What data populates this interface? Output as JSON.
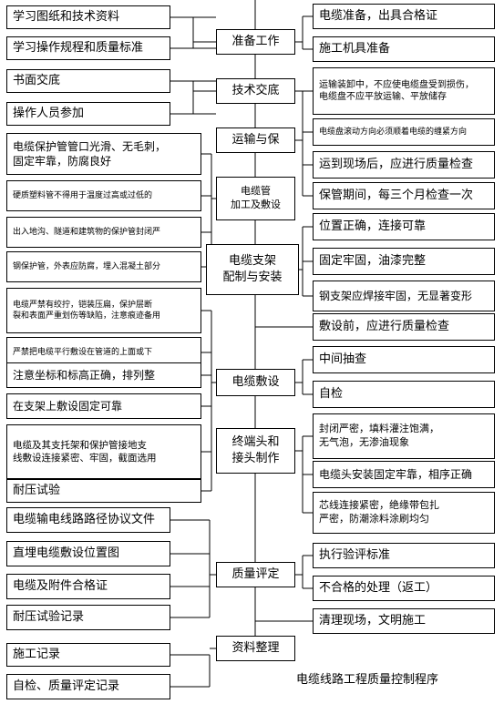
{
  "diagram": {
    "caption": "电缆线路工程质量控制程序",
    "stages": [
      {
        "id": "s1",
        "label": "准备工作"
      },
      {
        "id": "s2",
        "label": "技术交底"
      },
      {
        "id": "s3",
        "label": "运输与保"
      },
      {
        "id": "s4",
        "label": "电缆管\n加工及敷设"
      },
      {
        "id": "s5",
        "label": "电缆支架\n配制与安装"
      },
      {
        "id": "s6",
        "label": "电缆敷设"
      },
      {
        "id": "s7",
        "label": "终端头和\n接头制作"
      },
      {
        "id": "s8",
        "label": "质量评定"
      },
      {
        "id": "s9",
        "label": "资料整理"
      }
    ],
    "left_items": [
      {
        "id": "l1",
        "label": "学习图纸和技术资料"
      },
      {
        "id": "l2",
        "label": "学习操作规程和质量标准"
      },
      {
        "id": "l3",
        "label": "书面交底"
      },
      {
        "id": "l4",
        "label": "操作人员参加"
      },
      {
        "id": "l5",
        "label": "电缆保护管管口光滑、无毛刺，\n固定牢靠，防腐良好"
      },
      {
        "id": "l6",
        "label": "硬质塑料管不得用于温度过高或过低的"
      },
      {
        "id": "l7",
        "label": "出入地沟、隧道和建筑物的保护管封闭严"
      },
      {
        "id": "l8",
        "label": "钢保护管，外表应防腐，埋入混凝土部分"
      },
      {
        "id": "l9",
        "label": "电缆严禁有绞拧，铠装压扁，保护层断\n裂和表面严重划伤等缺陷，注意痕迹备用"
      },
      {
        "id": "l10",
        "label": "严禁把电缆平行敷设在管道的上面或下"
      },
      {
        "id": "l11",
        "label": "注意坐标和标高正确，排列整"
      },
      {
        "id": "l12",
        "label": "在支架上敷设固定可靠"
      },
      {
        "id": "l13",
        "label": "电缆及其支托架和保护管接地支\n线敷设连接紧密、牢固，截面选用"
      },
      {
        "id": "l14",
        "label": "耐压试验"
      },
      {
        "id": "l15",
        "label": "电缆输电线路路径协议文件"
      },
      {
        "id": "l16",
        "label": "直埋电缆敷设位置图"
      },
      {
        "id": "l17",
        "label": "电缆及附件合格证"
      },
      {
        "id": "l18",
        "label": "耐压试验记录"
      },
      {
        "id": "l19",
        "label": "施工记录"
      },
      {
        "id": "l20",
        "label": "自检、质量评定记录"
      }
    ],
    "right_items": [
      {
        "id": "r1",
        "label": "电缆准备，出具合格证"
      },
      {
        "id": "r2",
        "label": "施工机具准备"
      },
      {
        "id": "r3",
        "label": "运输装卸中，不应使电缆盘受到损伤，\n电缆盘不应平放运输、平放储存"
      },
      {
        "id": "r4",
        "label": "电缆盘滚动方向必须顺着电缆的缠紧方向"
      },
      {
        "id": "r5",
        "label": "运到现场后，应进行质量检查"
      },
      {
        "id": "r6",
        "label": "保管期间，每三个月检查一次"
      },
      {
        "id": "r7",
        "label": "位置正确，连接可靠"
      },
      {
        "id": "r8",
        "label": "固定牢固，油漆完整"
      },
      {
        "id": "r9",
        "label": "钢支架应焊接牢固，无显著变形"
      },
      {
        "id": "r10",
        "label": "敷设前，应进行质量检查"
      },
      {
        "id": "r11",
        "label": "中间抽查"
      },
      {
        "id": "r12",
        "label": "自检"
      },
      {
        "id": "r13",
        "label": "封闭严密，填料灌注饱满，\n无气泡，无渗油现象"
      },
      {
        "id": "r14",
        "label": "电缆头安装固定牢靠，相序正确"
      },
      {
        "id": "r15",
        "label": "芯线连接紧密，绝缘带包扎\n严密，防潮涂料涂刷均匀"
      },
      {
        "id": "r16",
        "label": "执行验评标准"
      },
      {
        "id": "r17",
        "label": "不合格的处理（返工）"
      },
      {
        "id": "r18",
        "label": "清理现场，文明施工"
      }
    ]
  }
}
